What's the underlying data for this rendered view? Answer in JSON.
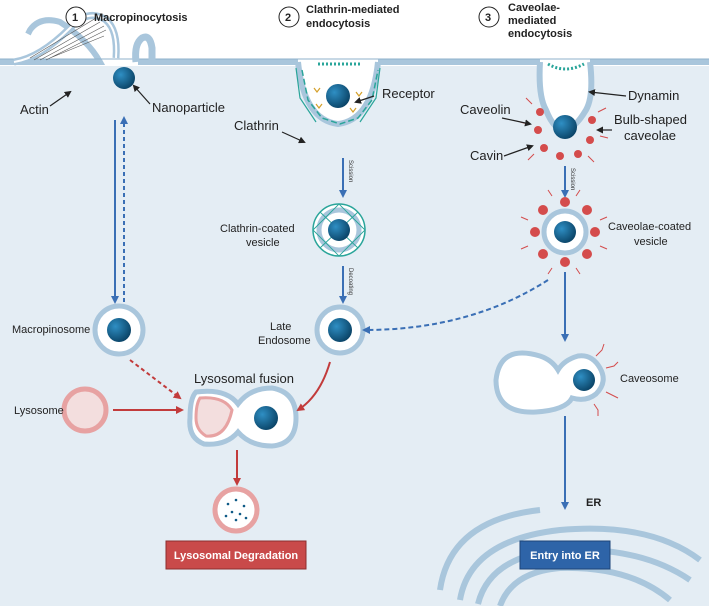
{
  "pathways": [
    {
      "num": "1",
      "line1": "Macropinocytosis",
      "line2": "",
      "line3": ""
    },
    {
      "num": "2",
      "line1": "Clathrin-mediated",
      "line2": "endocytosis",
      "line3": ""
    },
    {
      "num": "3",
      "line1": "Caveolae-",
      "line2": "mediated",
      "line3": "endocytosis"
    }
  ],
  "labels": {
    "actin": "Actin",
    "nanoparticle": "Nanoparticle",
    "receptor": "Receptor",
    "clathrin": "Clathrin",
    "scission_1": "Scission",
    "clathrin_vesicle_1": "Clathrin-coated",
    "clathrin_vesicle_2": "vesicle",
    "decoating": "Decoating",
    "macropinosome": "Macropinosome",
    "late_endosome_1": "Late",
    "late_endosome_2": "Endosome",
    "lysosomal_fusion": "Lysosomal fusion",
    "lysosome": "Lysosome",
    "caveolin": "Caveolin",
    "dynamin": "Dynamin",
    "bulb_1": "Bulb-shaped",
    "bulb_2": "caveolae",
    "cavin": "Cavin",
    "scission_2": "Scission",
    "caveolae_vesicle_1": "Caveolae-coated",
    "caveolae_vesicle_2": "vesicle",
    "caveosome": "Caveosome",
    "er": "ER"
  },
  "outcomes": {
    "degradation": "Lysosomal Degradation",
    "er_entry": "Entry into ER"
  },
  "colors": {
    "membrane": "#a9c6dc",
    "membrane_dark": "#7fa6c4",
    "cytoplasm": "#e4edf4",
    "nanoparticle": "#0e5a86",
    "blue_arrow": "#3a6fb5",
    "red_arrow": "#c23b3b",
    "lysosome": "#e7a2a2",
    "degradation_box": "#c94a4a",
    "er_box": "#2e64a8",
    "clathrin": "#2aa59a",
    "receptor": "#d4a02a",
    "caveolin": "#d44c4c"
  }
}
